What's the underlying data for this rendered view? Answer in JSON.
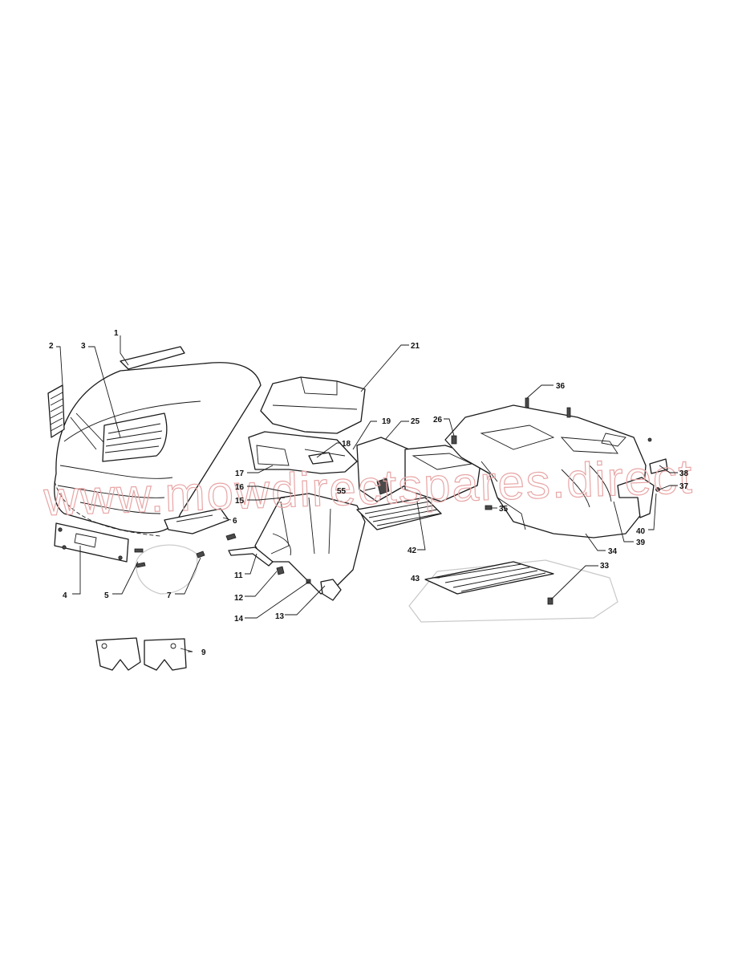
{
  "watermark": {
    "text": "www.mowdirectspares.direct",
    "color": "#e8a6a6"
  },
  "callouts": {
    "c1": "1",
    "c2": "2",
    "c3": "3",
    "c4": "4",
    "c5": "5",
    "c6": "6",
    "c7": "7",
    "c9": "9",
    "c11": "11",
    "c12": "12",
    "c13": "13",
    "c14": "14",
    "c15": "15",
    "c16": "16",
    "c17": "17",
    "c18": "18",
    "c19": "19",
    "c21": "21",
    "c25": "25",
    "c26": "26",
    "c33": "33",
    "c34": "34",
    "c35": "35",
    "c36": "36",
    "c37": "37",
    "c38": "38",
    "c39": "39",
    "c40": "40",
    "c42": "42",
    "c43": "43",
    "c55": "55"
  },
  "colors": {
    "line": "#1a1a1a",
    "ghost": "#c8c8c8",
    "background": "#ffffff"
  }
}
